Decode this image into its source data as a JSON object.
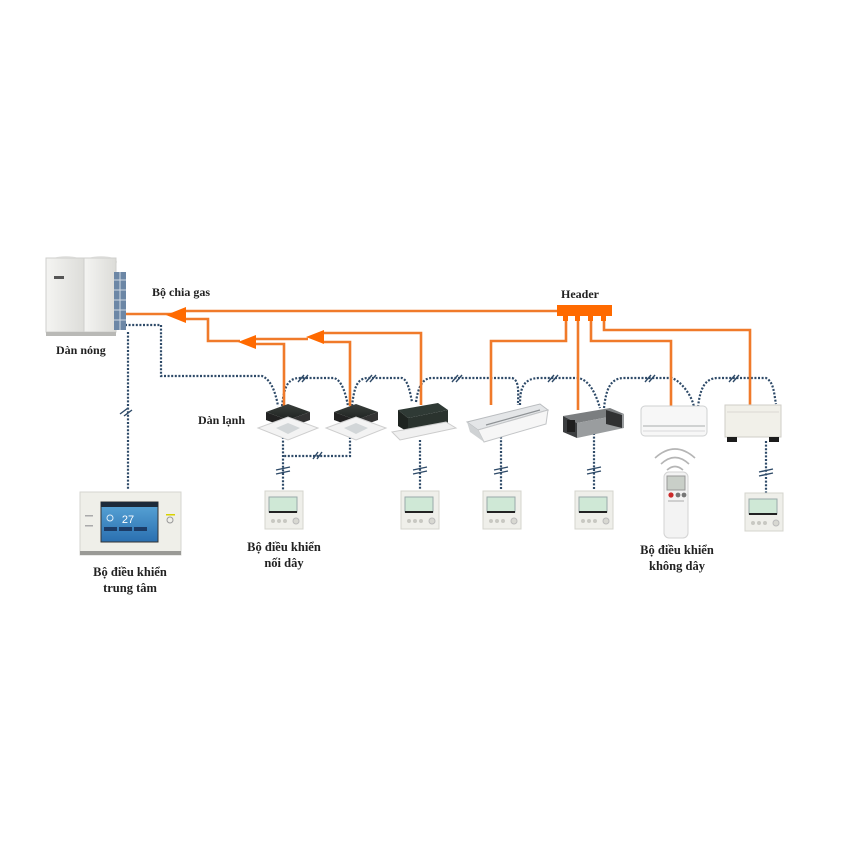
{
  "title": "VRF air conditioning system diagram",
  "colors": {
    "refrigerant_pipe": "#f07a2a",
    "control_wire": "#2e4a68",
    "text": "#222222"
  },
  "labels": {
    "outdoor_unit": "Dàn nóng",
    "gas_splitter": "Bộ chia gas",
    "header": "Header",
    "indoor_units": "Dàn lạnh",
    "central_controller_line1": "Bộ điều khiển",
    "central_controller_line2": "trung tâm",
    "wired_controller_line1": "Bộ điều khiển",
    "wired_controller_line2": "nối dây",
    "wireless_controller_line1": "Bộ điều khiển",
    "wireless_controller_line2": "không dây"
  },
  "central_controller_display": {
    "temperature": "27"
  },
  "indoor_units": [
    {
      "type": "4-way cassette"
    },
    {
      "type": "4-way cassette"
    },
    {
      "type": "2-way cassette"
    },
    {
      "type": "ceiling suspended"
    },
    {
      "type": "ducted"
    },
    {
      "type": "wall mounted"
    },
    {
      "type": "floor standing"
    }
  ],
  "controllers": [
    {
      "type": "wired",
      "serves_units": [
        1,
        2
      ]
    },
    {
      "type": "wired",
      "serves_units": [
        3
      ]
    },
    {
      "type": "wired",
      "serves_units": [
        4
      ]
    },
    {
      "type": "wired",
      "serves_units": [
        5
      ]
    },
    {
      "type": "wireless",
      "serves_units": [
        6
      ]
    },
    {
      "type": "wired",
      "serves_units": [
        7
      ]
    }
  ]
}
